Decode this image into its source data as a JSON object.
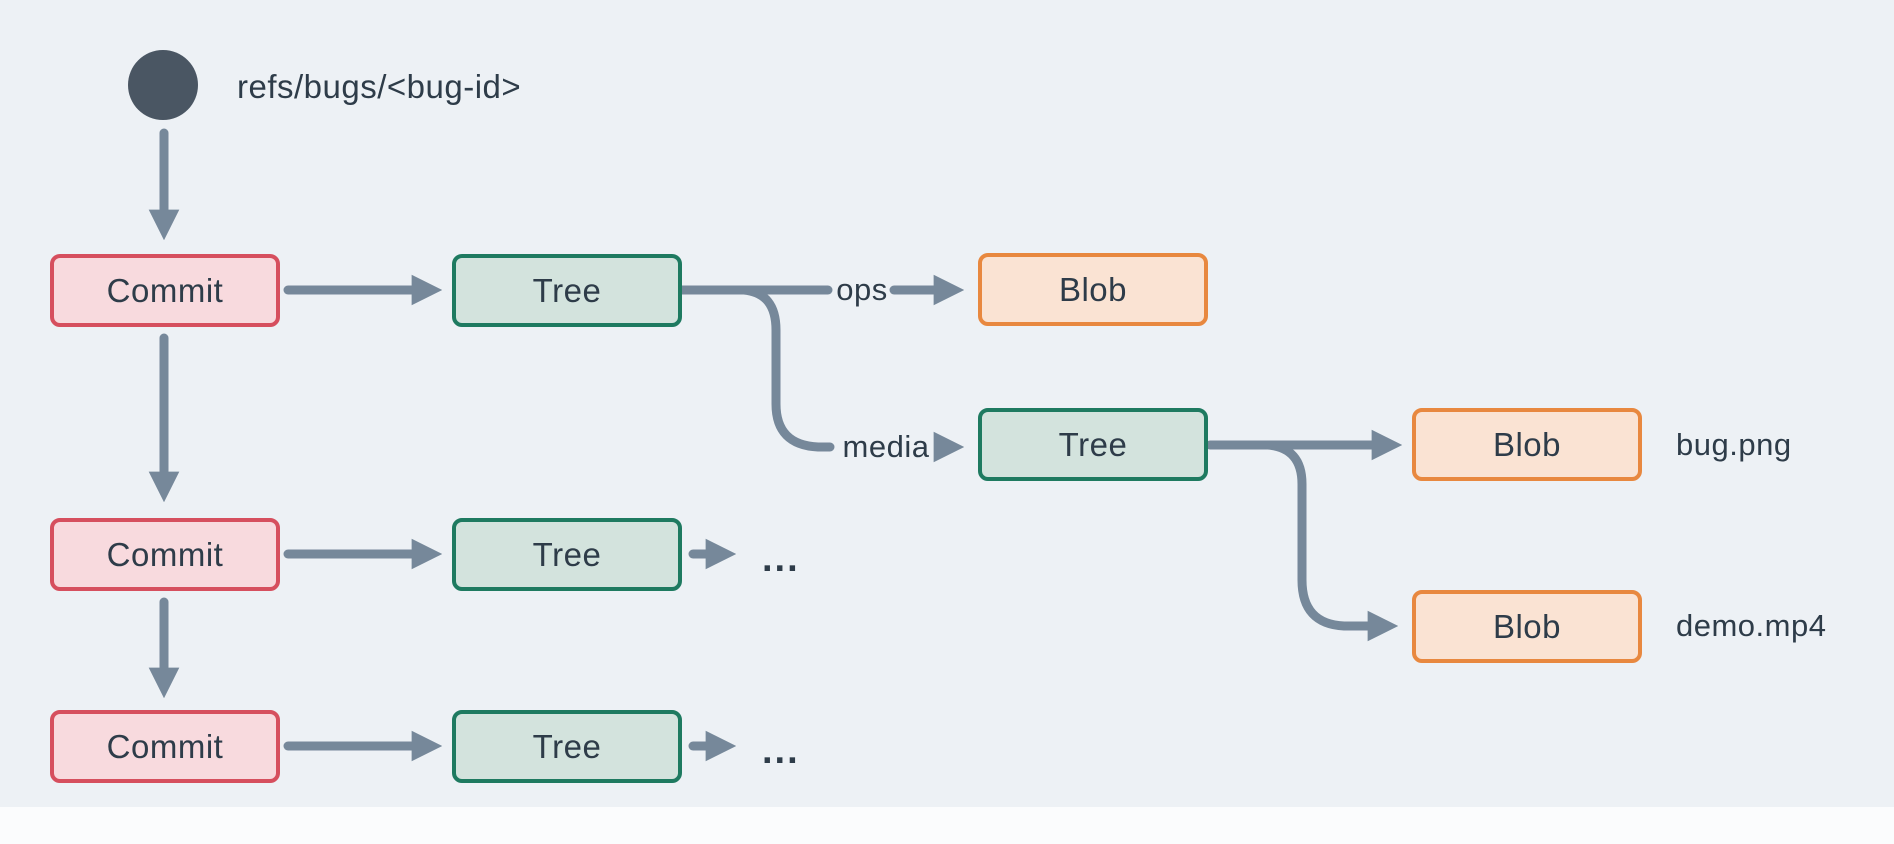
{
  "diagram": {
    "ref_label": "refs/bugs/<bug-id>",
    "nodes": [
      {
        "id": "commit-1",
        "type": "commit",
        "label": "Commit"
      },
      {
        "id": "tree-root-1",
        "type": "tree",
        "label": "Tree"
      },
      {
        "id": "blob-ops",
        "type": "blob",
        "label": "Blob"
      },
      {
        "id": "tree-media",
        "type": "tree",
        "label": "Tree"
      },
      {
        "id": "blob-bug-png",
        "type": "blob",
        "label": "Blob"
      },
      {
        "id": "blob-demo-mp4",
        "type": "blob",
        "label": "Blob"
      },
      {
        "id": "commit-2",
        "type": "commit",
        "label": "Commit"
      },
      {
        "id": "tree-root-2",
        "type": "tree",
        "label": "Tree"
      },
      {
        "id": "commit-3",
        "type": "commit",
        "label": "Commit"
      },
      {
        "id": "tree-root-3",
        "type": "tree",
        "label": "Tree"
      }
    ],
    "edge_labels": {
      "ops": "ops",
      "media": "media"
    },
    "file_labels": {
      "bug": "bug.png",
      "demo": "demo.mp4"
    },
    "truncation_marker": "..."
  },
  "colors": {
    "background": "#edf1f5",
    "ref_circle": "#4a5663",
    "connector": "#76889a",
    "text": "#2e3c49",
    "commit_fill": "#f8dade",
    "commit_border": "#d64f5e",
    "tree_fill": "#d3e3dd",
    "tree_border": "#1e7a60",
    "blob_fill": "#fae3d3",
    "blob_border": "#e8883f"
  }
}
